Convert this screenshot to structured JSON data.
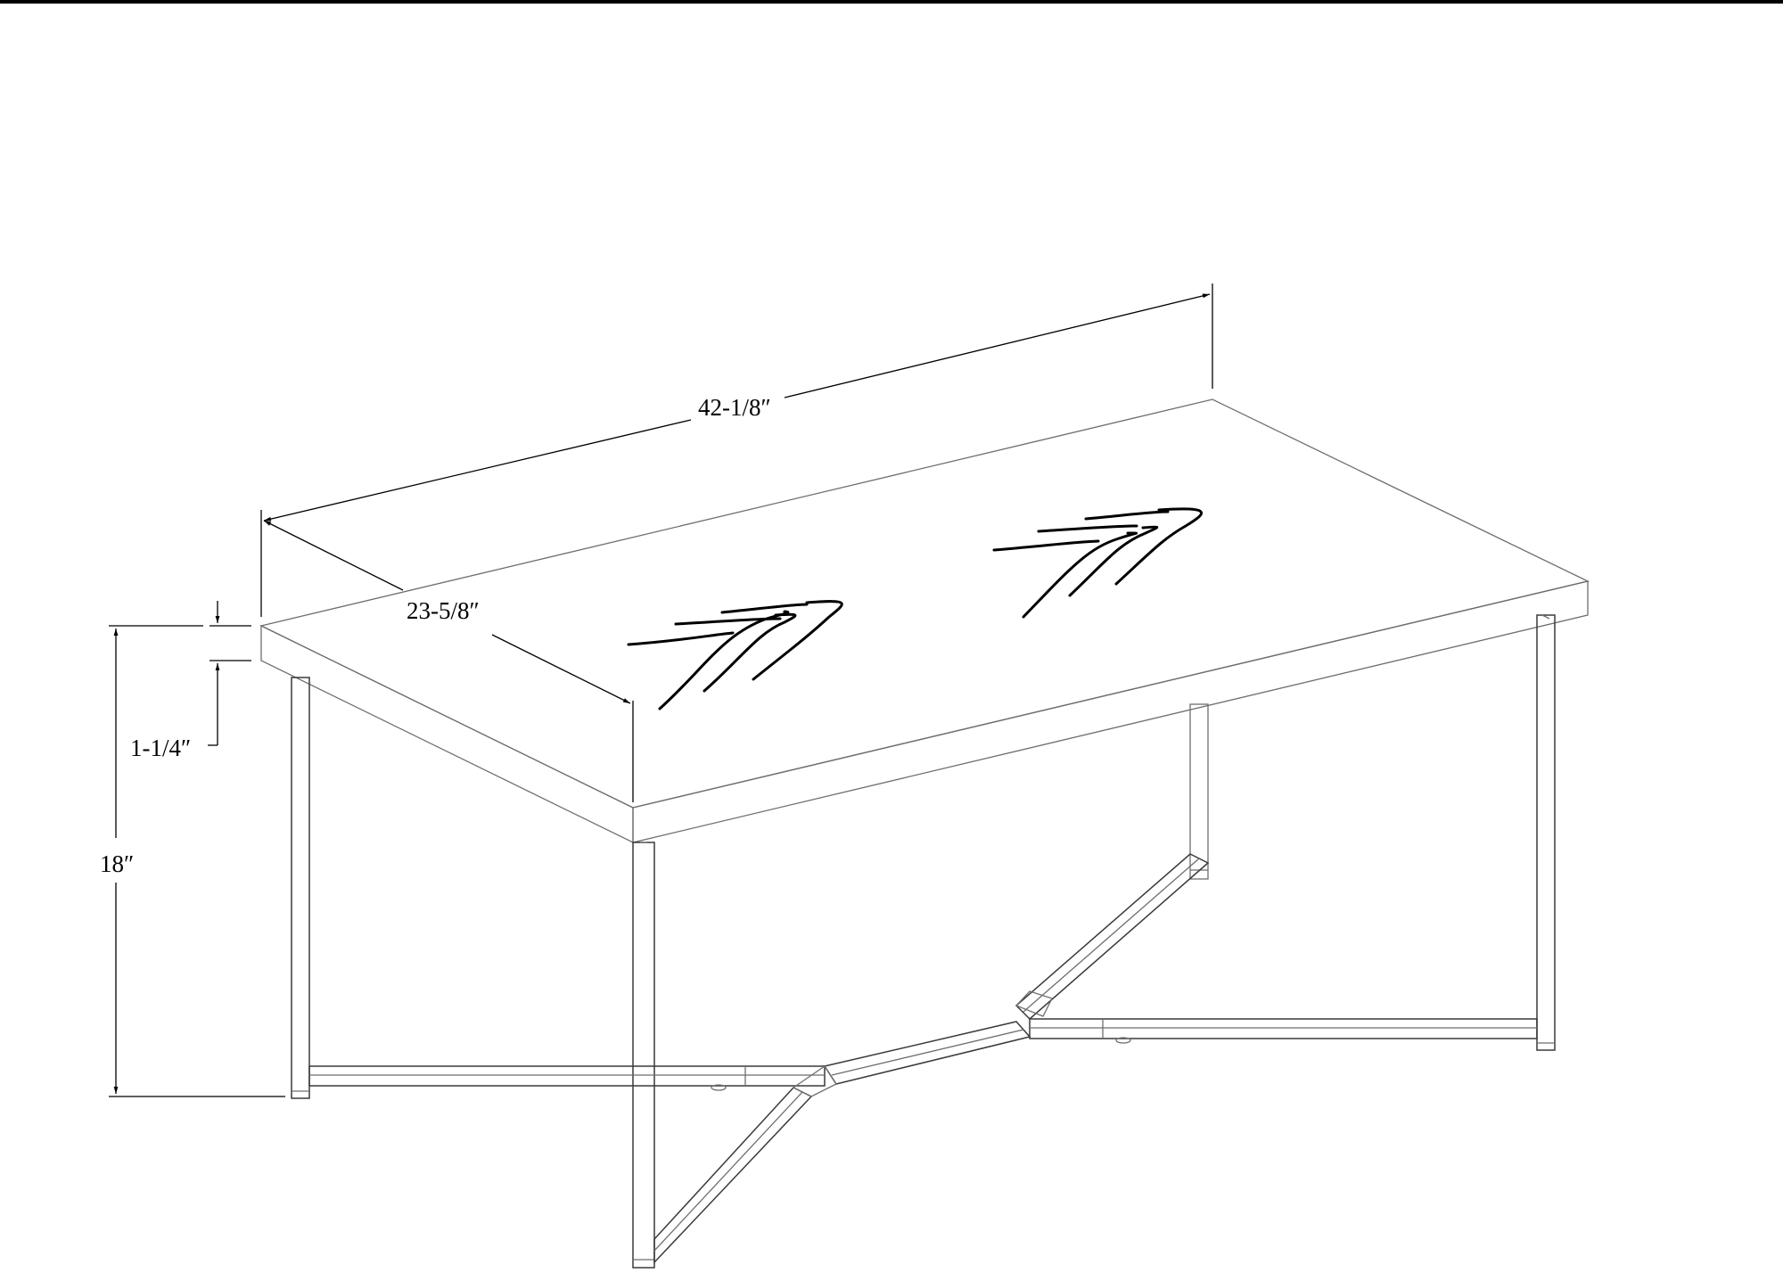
{
  "dimensions": {
    "length": "42-1/8″",
    "depth": "23-5/8″",
    "top_thickness": "1-1/4″",
    "height": "18″"
  }
}
